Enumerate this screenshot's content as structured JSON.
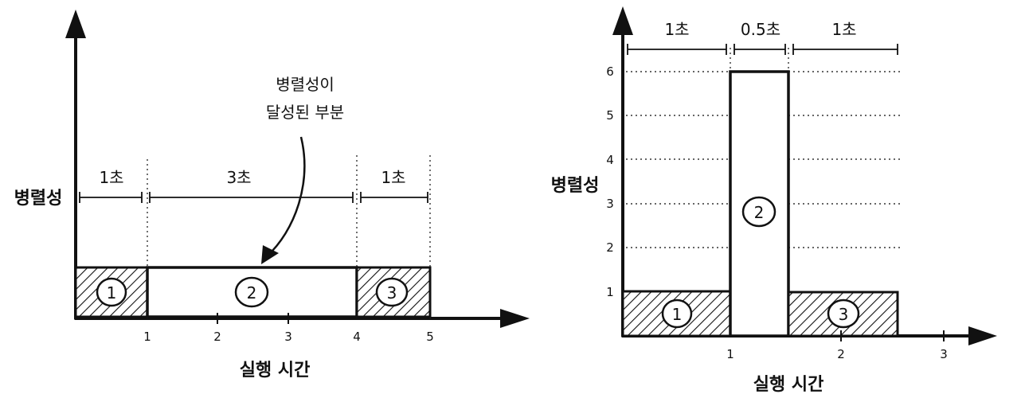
{
  "left": {
    "ylabel": "병렬성",
    "xlabel": "실행 시간",
    "annotation_line1": "병렬성이",
    "annotation_line2": "달성된 부분",
    "durations": [
      "1초",
      "3초",
      "1초"
    ],
    "x_ticks": [
      "1",
      "2",
      "3",
      "4",
      "5"
    ],
    "segments": [
      "1",
      "2",
      "3"
    ]
  },
  "right": {
    "ylabel": "병렬성",
    "xlabel": "실행 시간",
    "durations": [
      "1초",
      "0.5초",
      "1초"
    ],
    "x_ticks": [
      "1",
      "2",
      "3"
    ],
    "y_ticks": [
      "1",
      "2",
      "3",
      "4",
      "5",
      "6"
    ],
    "segments": [
      "1",
      "2",
      "3"
    ]
  }
}
